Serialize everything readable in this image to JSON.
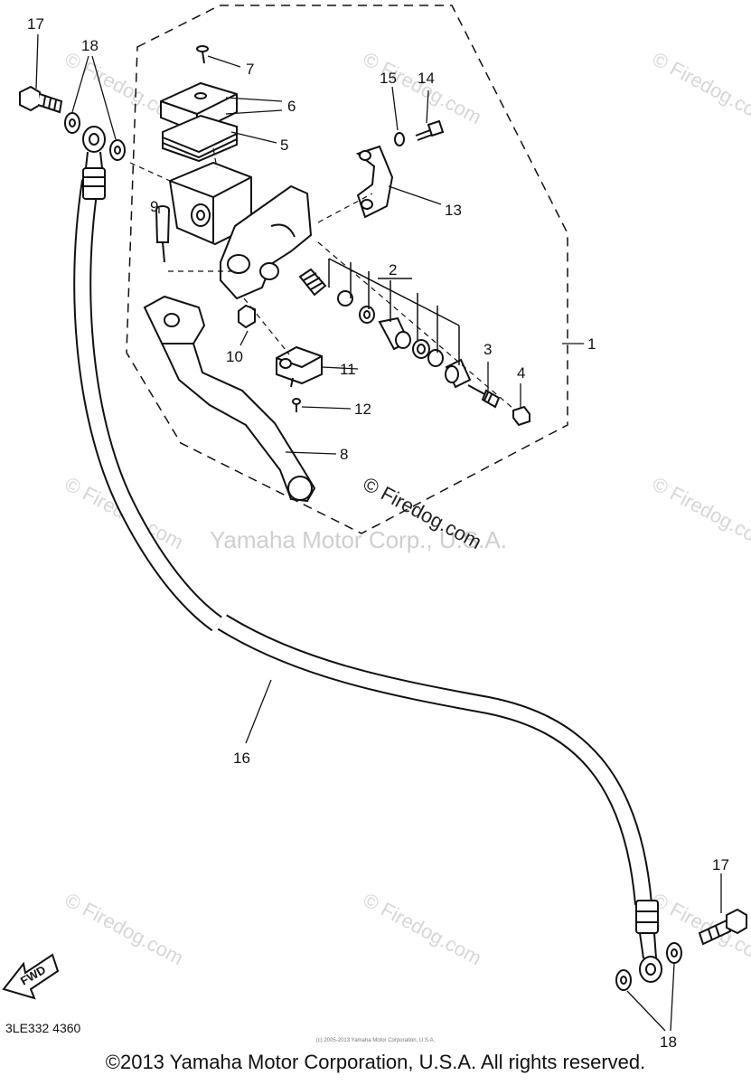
{
  "callouts": {
    "c1": "1",
    "c2": "2",
    "c3": "3",
    "c4": "4",
    "c5": "5",
    "c6": "6",
    "c7": "7",
    "c8": "8",
    "c9": "9",
    "c10": "10",
    "c11": "11",
    "c12": "12",
    "c13": "13",
    "c14": "14",
    "c15": "15",
    "c16": "16",
    "c17a": "17",
    "c17b": "17",
    "c18a": "18",
    "c18b": "18"
  },
  "watermarks": {
    "firedog": "© Firedog.com",
    "center": "© Firedog.com",
    "yamaha": "Yamaha Motor Corp., U.S.A."
  },
  "fwd_label": "FWD",
  "diagram_code": "3LE332 4360",
  "fine_print": "(c) 2005-2013 Yamaha Motor Corporation, U.S.A.",
  "copyright": "©2013 Yamaha Motor Corporation, U.S.A. All rights reserved."
}
